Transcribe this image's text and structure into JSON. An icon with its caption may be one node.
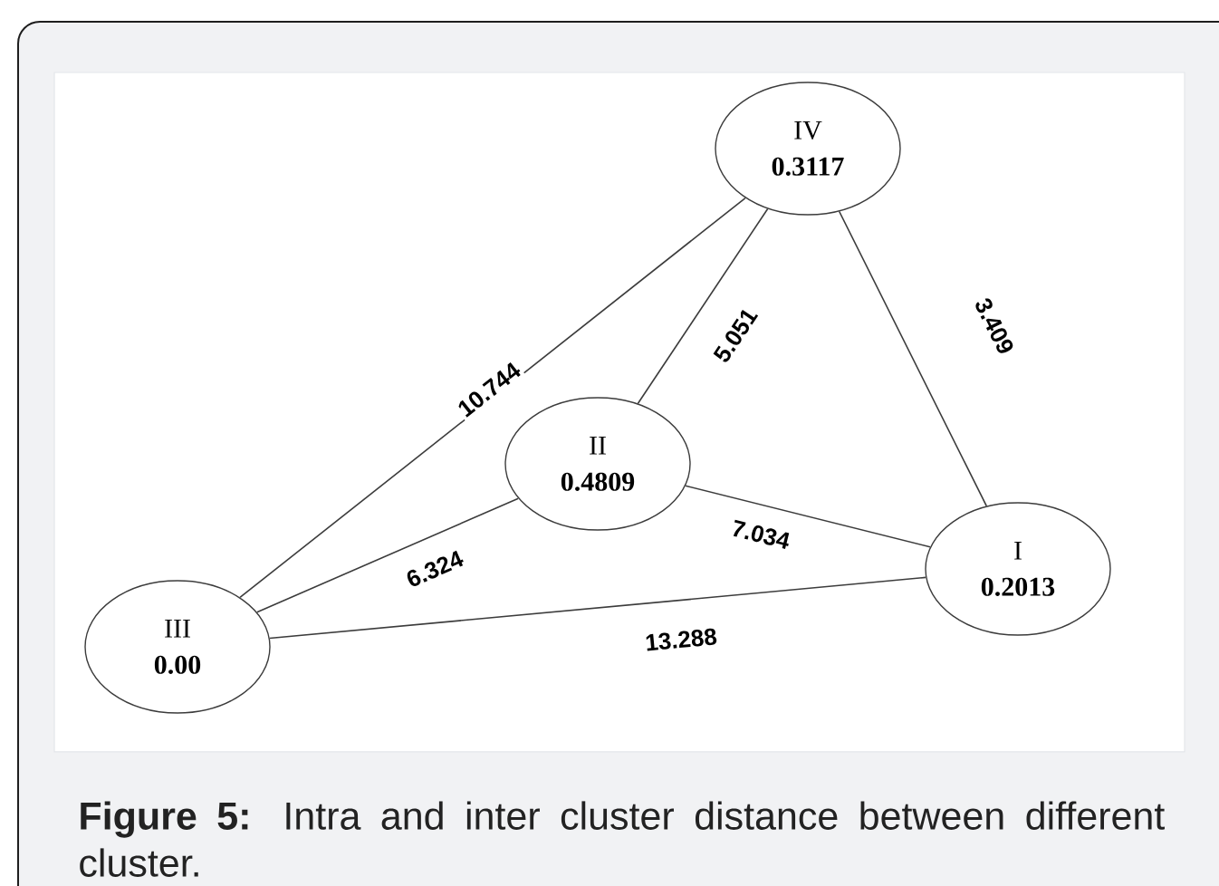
{
  "diagram": {
    "caption": "**Figure 5:** Intra and inter cluster distance between different cluster.",
    "nodes": [
      {
        "text": [
          "IV",
          "0.3117"
        ]
      },
      {
        "text": [
          "II",
          "0.4809"
        ]
      },
      {
        "text": [
          "I",
          "0.2013"
        ]
      },
      {
        "text": [
          "III",
          "0.00"
        ]
      }
    ],
    "edges": [
      {
        "from": 3,
        "to": 0,
        "arrow": "none",
        "label": "10.744"
      },
      {
        "from": 1,
        "to": 0,
        "arrow": "none",
        "label": "5.051"
      },
      {
        "from": 0,
        "to": 2,
        "arrow": "none",
        "label": "3.409"
      },
      {
        "from": 1,
        "to": 2,
        "arrow": "none",
        "label": "7.034"
      },
      {
        "from": 3,
        "to": 1,
        "arrow": "none",
        "label": "6.324"
      },
      {
        "from": 3,
        "to": 2,
        "arrow": "none",
        "label": "13.288"
      }
    ]
  }
}
